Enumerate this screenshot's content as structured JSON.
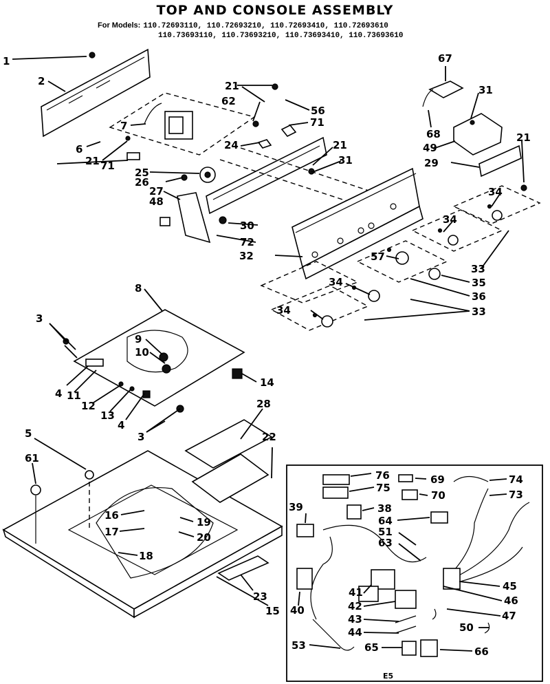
{
  "title": "TOP AND CONSOLE ASSEMBLY",
  "models_label": "For Models:",
  "models_row1": "110.72693110, 110.72693210, 110.72693410, 110.72693610",
  "models_row2": "110.73693110, 110.73693210, 110.73693410, 110.73693610",
  "page_mark": "E5",
  "callouts": [
    "1",
    "2",
    "67",
    "31",
    "21",
    "62",
    "56",
    "71",
    "7",
    "68",
    "49",
    "24",
    "21",
    "6",
    "21",
    "71",
    "29",
    "21",
    "25",
    "31",
    "26",
    "27",
    "48",
    "34",
    "30",
    "34",
    "72",
    "32",
    "57",
    "33",
    "35",
    "36",
    "8",
    "34",
    "33",
    "34",
    "3",
    "9",
    "10",
    "14",
    "4",
    "11",
    "12",
    "13",
    "4",
    "3",
    "28",
    "5",
    "22",
    "61",
    "76",
    "69",
    "74",
    "75",
    "70",
    "73",
    "39",
    "38",
    "64",
    "51",
    "16",
    "17",
    "19",
    "20",
    "18",
    "63",
    "45",
    "41",
    "46",
    "23",
    "40",
    "15",
    "42",
    "47",
    "43",
    "50",
    "44",
    "53",
    "65",
    "66"
  ]
}
